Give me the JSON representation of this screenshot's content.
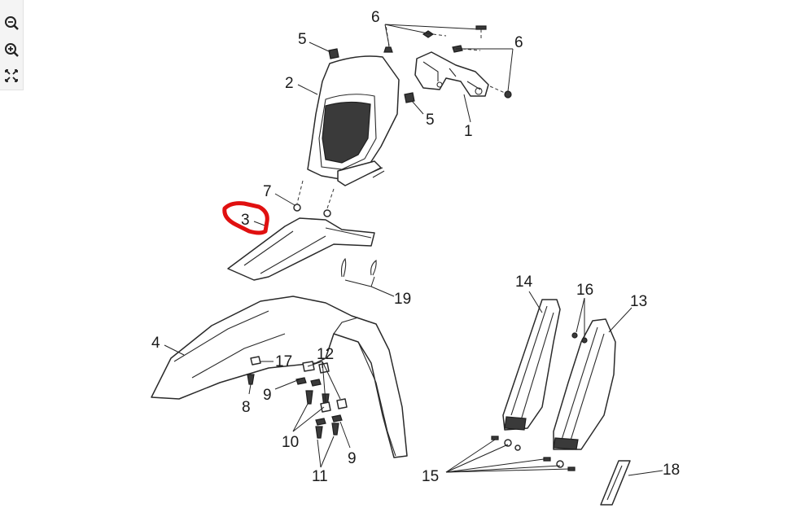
{
  "toolbar": {
    "items": [
      {
        "icon": "zoom-out-icon"
      },
      {
        "icon": "zoom-in-icon"
      },
      {
        "icon": "fit-to-screen-icon"
      }
    ]
  },
  "diagram": {
    "highlight_color": "#e01010",
    "highlighted_callout": "3",
    "callouts": {
      "c1": "1",
      "c2": "2",
      "c3": "3",
      "c4": "4",
      "c5a": "5",
      "c5b": "5",
      "c6a": "6",
      "c6b": "6",
      "c7": "7",
      "c8": "8",
      "c9a": "9",
      "c9b": "9",
      "c10": "10",
      "c11": "11",
      "c12": "12",
      "c13": "13",
      "c14": "14",
      "c15": "15",
      "c16": "16",
      "c17": "17",
      "c18": "18",
      "c19": "19"
    }
  }
}
